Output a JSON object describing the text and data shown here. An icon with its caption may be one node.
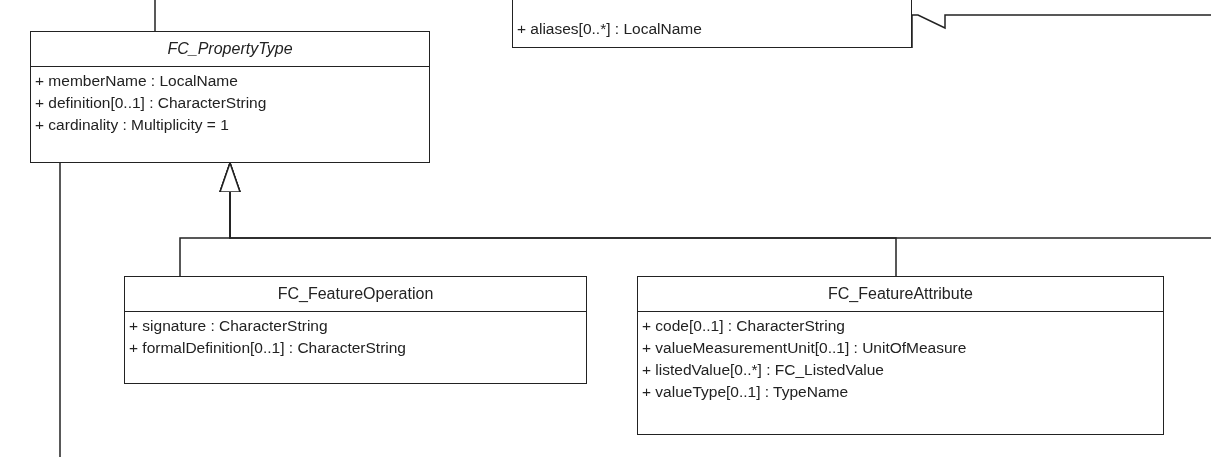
{
  "diagram": {
    "nodes": [
      {
        "text": [
          "FC_PropertyType",
          "+ memberName : LocalName",
          "+ definition[0..1] : CharacterString",
          "+ cardinality : Multiplicity = 1"
        ]
      },
      {
        "text": [
          "+ aliases[0..*] : LocalName"
        ]
      },
      {
        "text": [
          "FC_FeatureOperation",
          "+ signature : CharacterString",
          "+ formalDefinition[0..1] : CharacterString"
        ]
      },
      {
        "text": [
          "FC_FeatureAttribute",
          "+ code[0..1] : CharacterString",
          "+ valueMeasurementUnit[0..1] : UnitOfMeasure",
          "+ listedValue[0..*] : FC_ListedValue",
          "+ valueType[0..1] : TypeName"
        ]
      }
    ],
    "edges": [
      {
        "from": 2,
        "to": 0,
        "arrow": "to"
      },
      {
        "from": 3,
        "to": 0,
        "arrow": "to"
      },
      {
        "from": null,
        "to": 0,
        "arrow": "to"
      },
      {
        "from": 0,
        "to": null,
        "arrow": "none"
      },
      {
        "from": null,
        "to": 0,
        "arrow": "none"
      }
    ]
  }
}
